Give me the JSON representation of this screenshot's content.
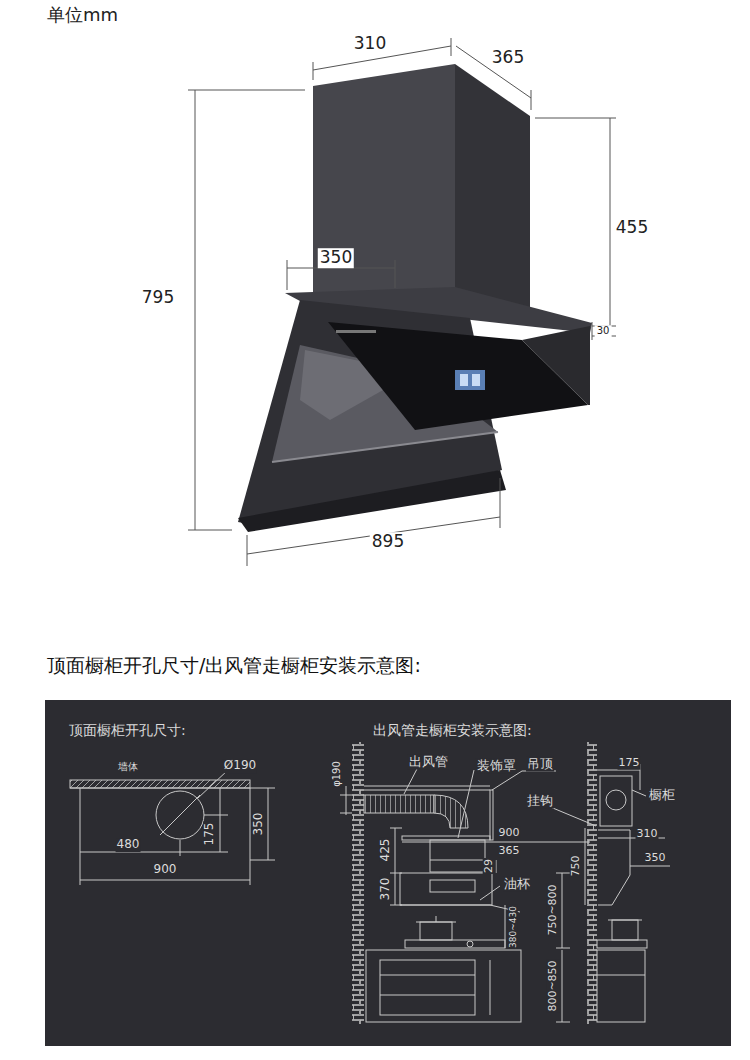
{
  "diagram": {
    "title": "顶面橱柜开孔尺寸/出风管走橱柜安装示意图:",
    "labels": [
      "单位mm",
      "310",
      "365",
      "455",
      "30",
      "350",
      "795",
      "895",
      "顶面橱柜开孔尺寸:",
      "墙体",
      "Ø190",
      "480",
      "175",
      "350",
      "900",
      "出风管走橱柜安装示意图:",
      "φ190",
      "出风管",
      "装饰罩",
      "吊顶",
      "900",
      "365",
      "425",
      "29",
      "370",
      "油杯",
      "380~430",
      "750~800",
      "800~850",
      "175",
      "挂钩",
      "橱柜",
      "310",
      "750",
      "350"
    ]
  }
}
